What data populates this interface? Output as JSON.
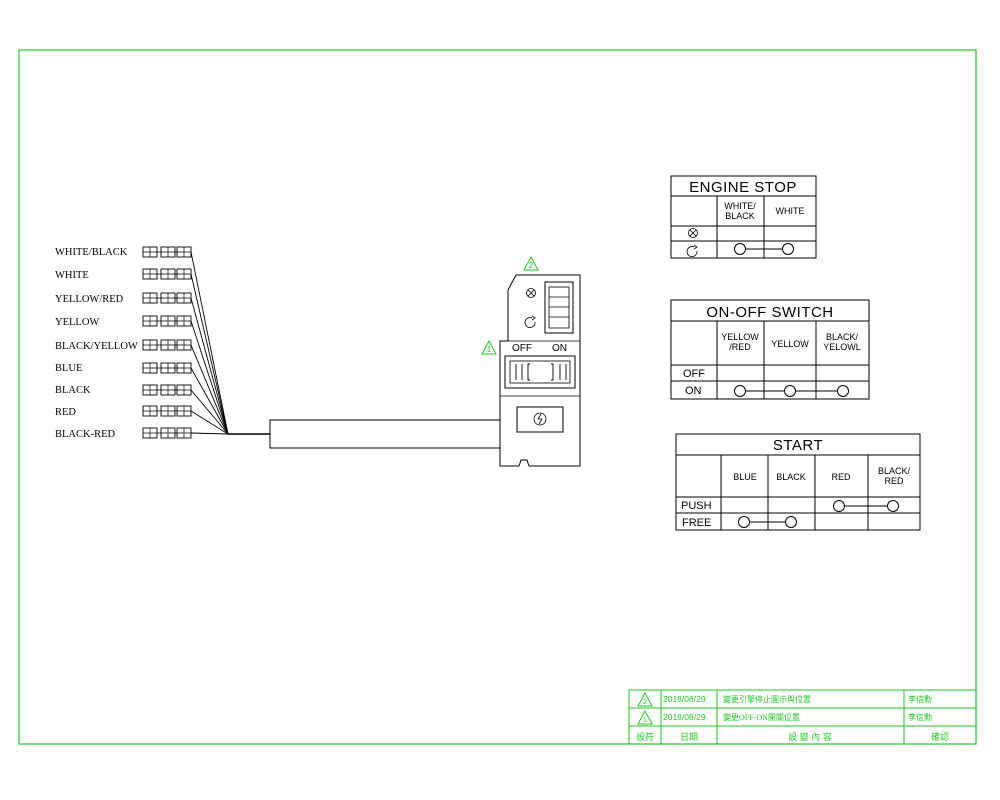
{
  "wire_labels": [
    "WHITE/BLACK",
    "WHITE",
    "YELLOW/RED",
    "YELLOW",
    "BLACK/YELLOW",
    "BLUE",
    "BLACK",
    "RED",
    "BLACK-RED"
  ],
  "switch_housing": {
    "rev_mark_top": "2",
    "rev_mark_side": "1",
    "off_label": "OFF",
    "on_label": "ON"
  },
  "engine_stop": {
    "title": "ENGINE STOP",
    "columns": [
      "WHITE/\nBLACK",
      "WHITE"
    ],
    "row_icons": [
      "engine-stop-icon",
      "engine-run-icon"
    ]
  },
  "on_off_switch": {
    "title": "ON-OFF SWITCH",
    "columns": [
      "YELLOW\n/RED",
      "YELLOW",
      "BLACK/\nYELOWL"
    ],
    "rows": [
      "OFF",
      "ON"
    ]
  },
  "start": {
    "title": "START",
    "columns": [
      "BLUE",
      "BLACK",
      "RED",
      "BLACK/\nRED"
    ],
    "rows": [
      "PUSH",
      "FREE"
    ]
  },
  "revision_block": {
    "rows": [
      {
        "mark": "2",
        "date": "2018/08/29",
        "content": "變更引擎停止圖示與位置",
        "person": "李信勳"
      },
      {
        "mark": "1",
        "date": "2018/08/29",
        "content": "變更OFF-ON開關位置",
        "person": "李信勳"
      }
    ],
    "header": {
      "design": "設符",
      "date": "日期",
      "content": "設 變 內 容",
      "confirm": "確認"
    }
  },
  "colors": {
    "frame": "#22c522",
    "line": "#000000"
  }
}
